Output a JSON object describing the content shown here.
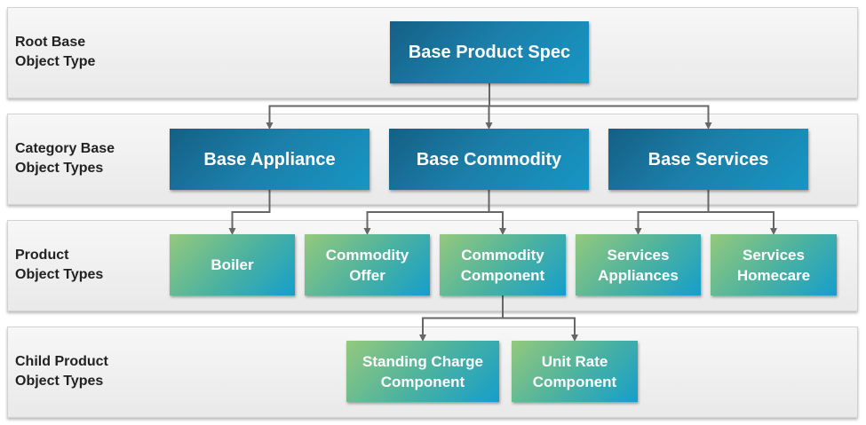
{
  "levels": [
    {
      "label": "Root Base\nObject Type"
    },
    {
      "label": "Category Base\nObject Types"
    },
    {
      "label": "Product\nObject Types"
    },
    {
      "label": "Child Product\nObject Types"
    }
  ],
  "nodes": {
    "root": {
      "label": "Base Product Spec"
    },
    "appliance": {
      "label": "Base Appliance"
    },
    "commodity": {
      "label": "Base Commodity"
    },
    "services": {
      "label": "Base Services"
    },
    "boiler": {
      "label": "Boiler"
    },
    "commodity_offer": {
      "label": "Commodity\nOffer"
    },
    "commodity_component": {
      "label": "Commodity\nComponent"
    },
    "services_appliances": {
      "label": "Services\nAppliances"
    },
    "services_homecare": {
      "label": "Services\nHomecare"
    },
    "standing_charge": {
      "label": "Standing Charge\nComponent"
    },
    "unit_rate": {
      "label": "Unit Rate\nComponent"
    }
  },
  "edges": [
    {
      "from": "root",
      "to": "appliance"
    },
    {
      "from": "root",
      "to": "commodity"
    },
    {
      "from": "root",
      "to": "services"
    },
    {
      "from": "appliance",
      "to": "boiler"
    },
    {
      "from": "commodity",
      "to": "commodity_offer"
    },
    {
      "from": "commodity",
      "to": "commodity_component"
    },
    {
      "from": "services",
      "to": "services_appliances"
    },
    {
      "from": "services",
      "to": "services_homecare"
    },
    {
      "from": "commodity_component",
      "to": "standing_charge"
    },
    {
      "from": "commodity_component",
      "to": "unit_rate"
    }
  ],
  "colors": {
    "connector": "#666666",
    "category_blue": "#1b7ea8",
    "product_green": "#7cc28a",
    "band_gray": "#eeeeee"
  }
}
